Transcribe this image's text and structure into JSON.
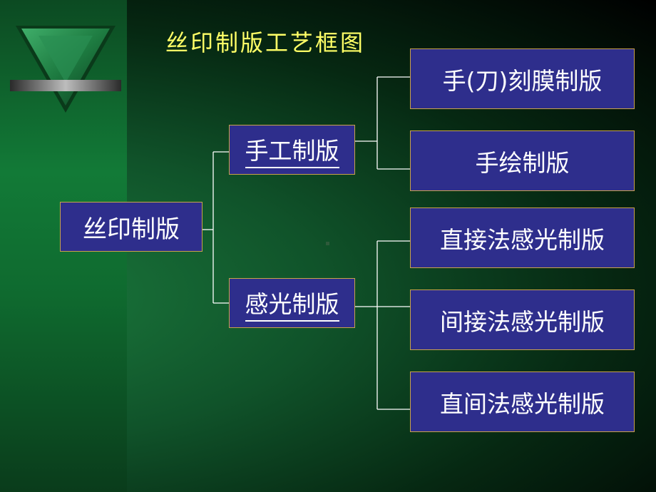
{
  "title": "丝印制版工艺框图",
  "root": {
    "label": "丝印制版"
  },
  "branches": [
    {
      "label": "手工制版",
      "children": [
        "手(刀)刻膜制版",
        "手绘制版"
      ]
    },
    {
      "label": "感光制版",
      "children": [
        "直接法感光制版",
        "间接法感光制版",
        "直间法感光制版"
      ]
    }
  ],
  "colors": {
    "box_fill": "#2e2e8c",
    "box_border": "#c9a24a",
    "title": "#ffff66",
    "text": "#ffffff",
    "connector": "#ffffff"
  }
}
